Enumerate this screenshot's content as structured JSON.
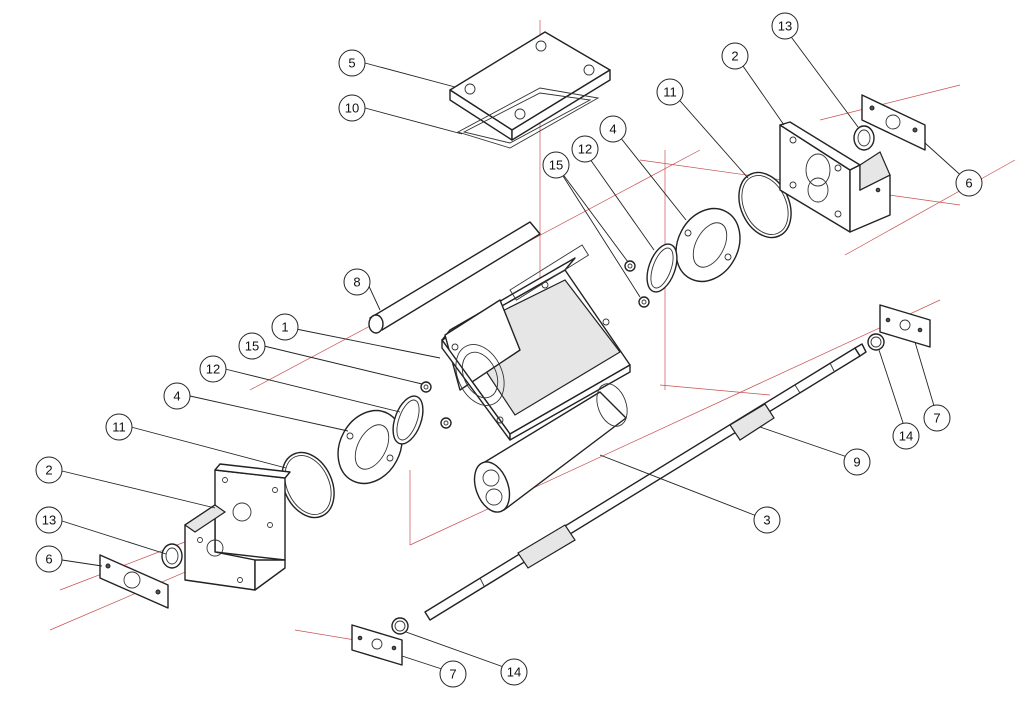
{
  "diagram": {
    "callouts": [
      "1",
      "2",
      "2",
      "3",
      "4",
      "4",
      "5",
      "6",
      "6",
      "7",
      "7",
      "8",
      "9",
      "10",
      "11",
      "11",
      "12",
      "12",
      "13",
      "13",
      "14",
      "14",
      "15",
      "15"
    ]
  }
}
